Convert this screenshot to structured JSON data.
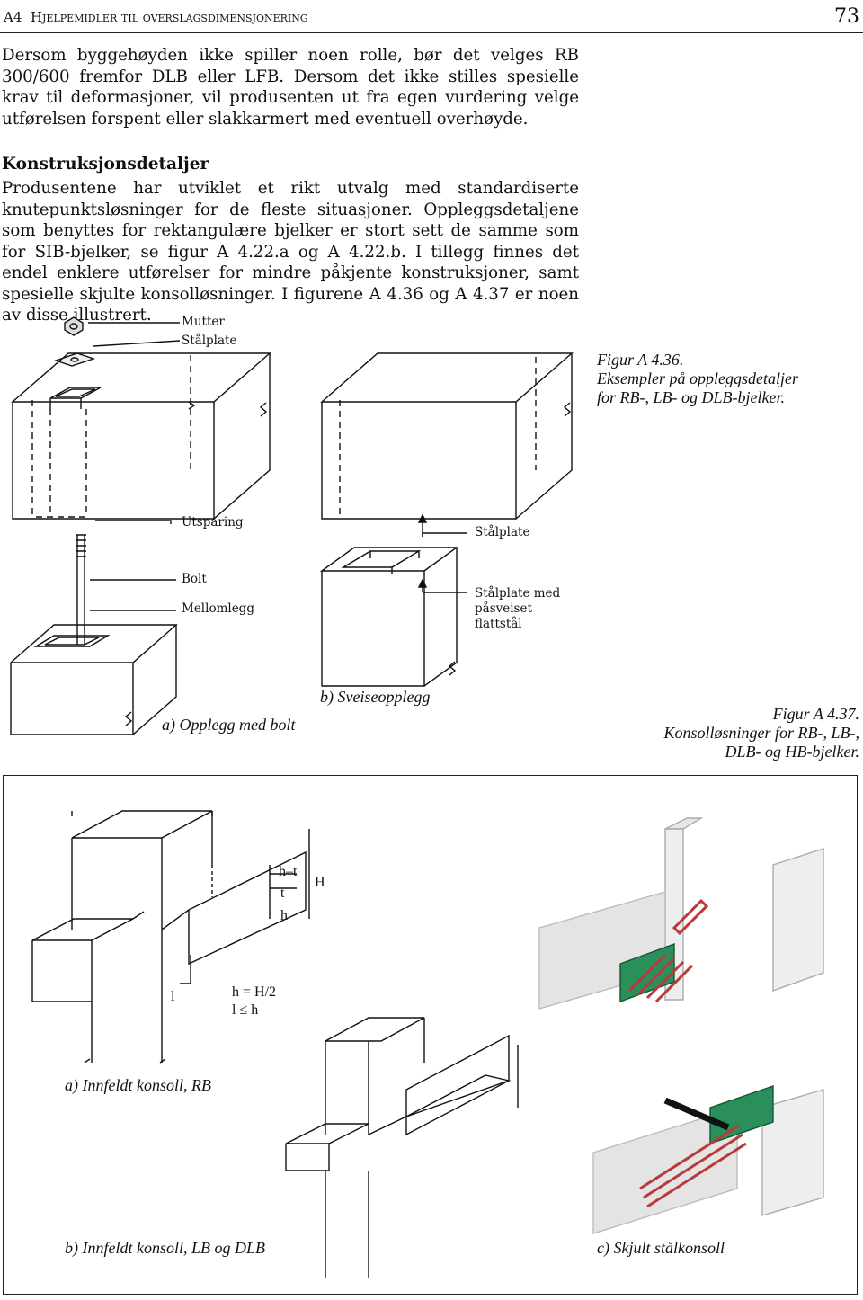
{
  "header": {
    "section_num": "A4",
    "section_title": "Hjelpemidler til overslagsdimensjonering",
    "page_number": "73"
  },
  "intro_paragraph": "Dersom byggehøyden ikke spiller noen rolle, bør det velges RB 300/600 fremfor DLB eller LFB. Dersom det ikke stilles spesielle krav til deformasjoner, vil produsenten ut fra egen vurdering velge utførelsen forspent eller slakkarmert med eventuell overhøyde.",
  "section_heading": "Konstruksjonsdetaljer",
  "section_paragraph": "Produsentene har utviklet et rikt utvalg med standardiserte knutepunktsløsninger for de fleste situasjoner. Oppleggsdetaljene som benyttes for rektangulære bjelker er stort sett de samme som for SIB-bjelker, se figur A 4.22.a og A 4.22.b. I tillegg finnes det endel enklere utførelser for mindre påkjente konstruksjoner, samt spesielle skjulte konsolløsninger. I figurene A 4.36 og A 4.37 er noen av disse illustrert.",
  "fig436": {
    "label_mutter": "Mutter",
    "label_stalplate": "Stålplate",
    "label_utsparing": "Utsparing",
    "label_stalplate2": "Stålplate",
    "label_bolt": "Bolt",
    "label_mellomlegg": "Mellomlegg",
    "label_stalplate_med_1": "Stålplate med",
    "label_stalplate_med_2": "påsveiset",
    "label_stalplate_med_3": "flattstål",
    "sub_a": "a) Opplegg med bolt",
    "sub_b": "b) Sveiseopplegg",
    "caption_line1": "Figur A 4.36.",
    "caption_line2": "Eksempler på oppleggsdetaljer",
    "caption_line3": "for RB-, LB- og DLB-bjelker."
  },
  "fig437": {
    "caption_line1": "Figur A 4.37.",
    "caption_line2": "Konsolløsninger for RB-, LB-,",
    "caption_line3": "DLB- og HB-bjelker.",
    "dim_h_minus_t": "h–t",
    "dim_t": "t",
    "dim_h": "h",
    "dim_H": "H",
    "dim_l": "l",
    "formula_1": "h = H/2",
    "formula_2": "l ≤ h",
    "sub_a": "a) Innfeldt konsoll, RB",
    "sub_b": "b) Innfeldt konsoll, LB og DLB",
    "sub_c": "c) Skjult stålkonsoll"
  }
}
